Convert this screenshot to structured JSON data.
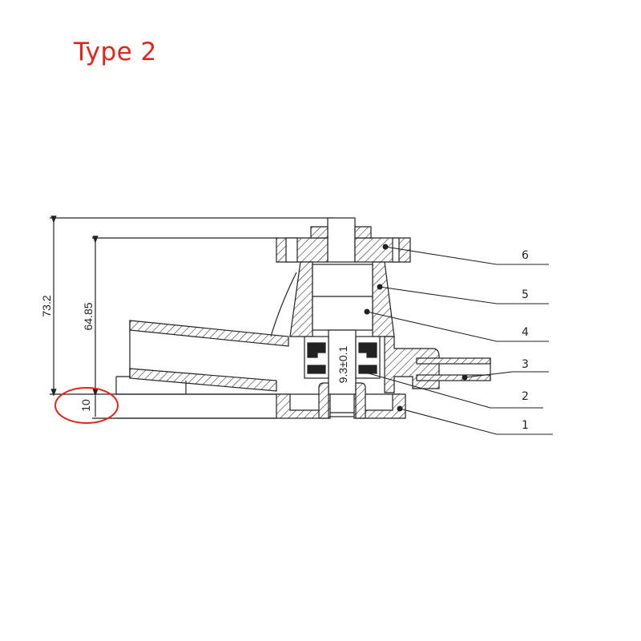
{
  "title": "Type 2",
  "colors": {
    "title": "#e8231a",
    "highlight_ellipse": "#e8231a",
    "line": "#222222"
  },
  "dimensions": {
    "overall_height": "73.2",
    "flange_height": "64.85",
    "base_offset": "10",
    "seal_dimension": "9.3±0.1"
  },
  "callouts": [
    {
      "number": "6"
    },
    {
      "number": "5"
    },
    {
      "number": "4"
    },
    {
      "number": "3"
    },
    {
      "number": "2"
    },
    {
      "number": "1"
    }
  ]
}
